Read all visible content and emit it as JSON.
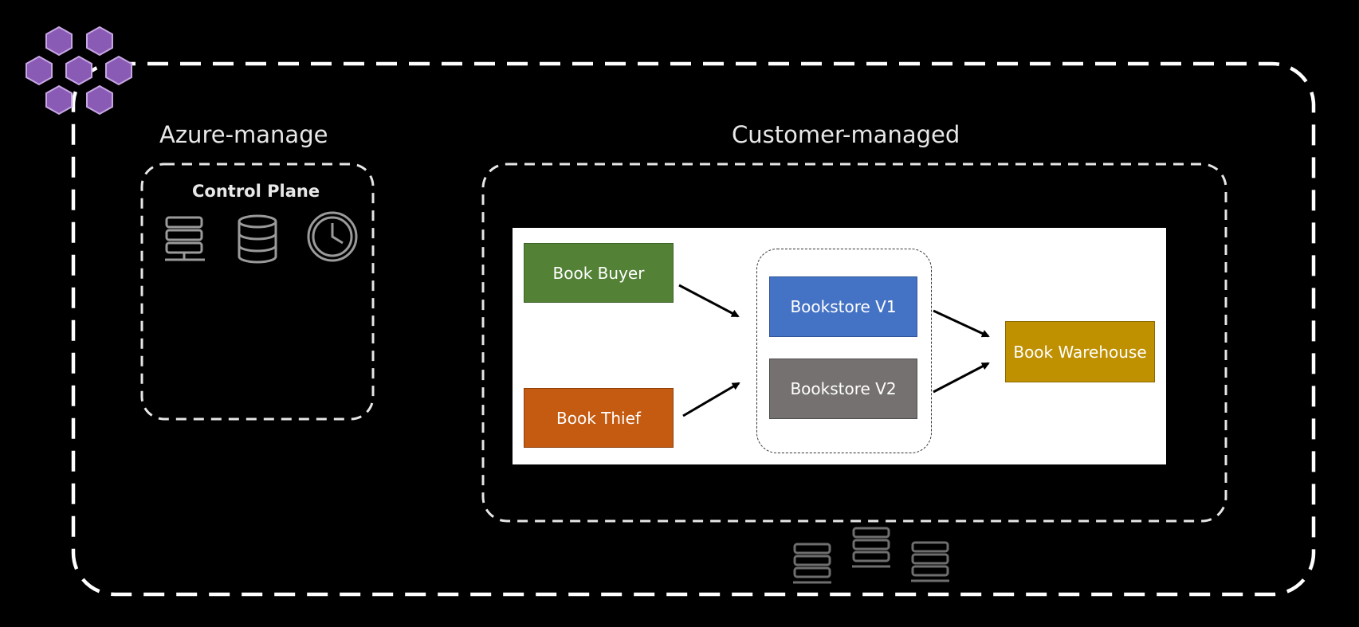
{
  "regions": {
    "azure_label": "Azure-manage",
    "customer_label": "Customer-managed"
  },
  "control_plane": {
    "title": "Control Plane",
    "icons": [
      "server-icon",
      "database-icon",
      "clock-icon"
    ]
  },
  "nodes": {
    "book_buyer": {
      "label": "Book Buyer",
      "color": "#538135"
    },
    "book_thief": {
      "label": "Book Thief",
      "color": "#c55a11"
    },
    "bookstore_v1": {
      "label": "Bookstore V1",
      "color": "#4472c4"
    },
    "bookstore_v2": {
      "label": "Bookstore V2",
      "color": "#767171"
    },
    "book_warehouse": {
      "label": "Book Warehouse",
      "color": "#bf9000"
    }
  },
  "edges": [
    {
      "from": "book_buyer",
      "to": "bookstore_group"
    },
    {
      "from": "book_thief",
      "to": "bookstore_group"
    },
    {
      "from": "bookstore_v1",
      "to": "book_warehouse"
    },
    {
      "from": "bookstore_v2",
      "to": "book_warehouse"
    }
  ],
  "colors": {
    "background": "#000000",
    "dashed_border": "#ffffff",
    "logo_purple": "#8a5bb5",
    "node_icon_gray": "#7a7a7a"
  }
}
